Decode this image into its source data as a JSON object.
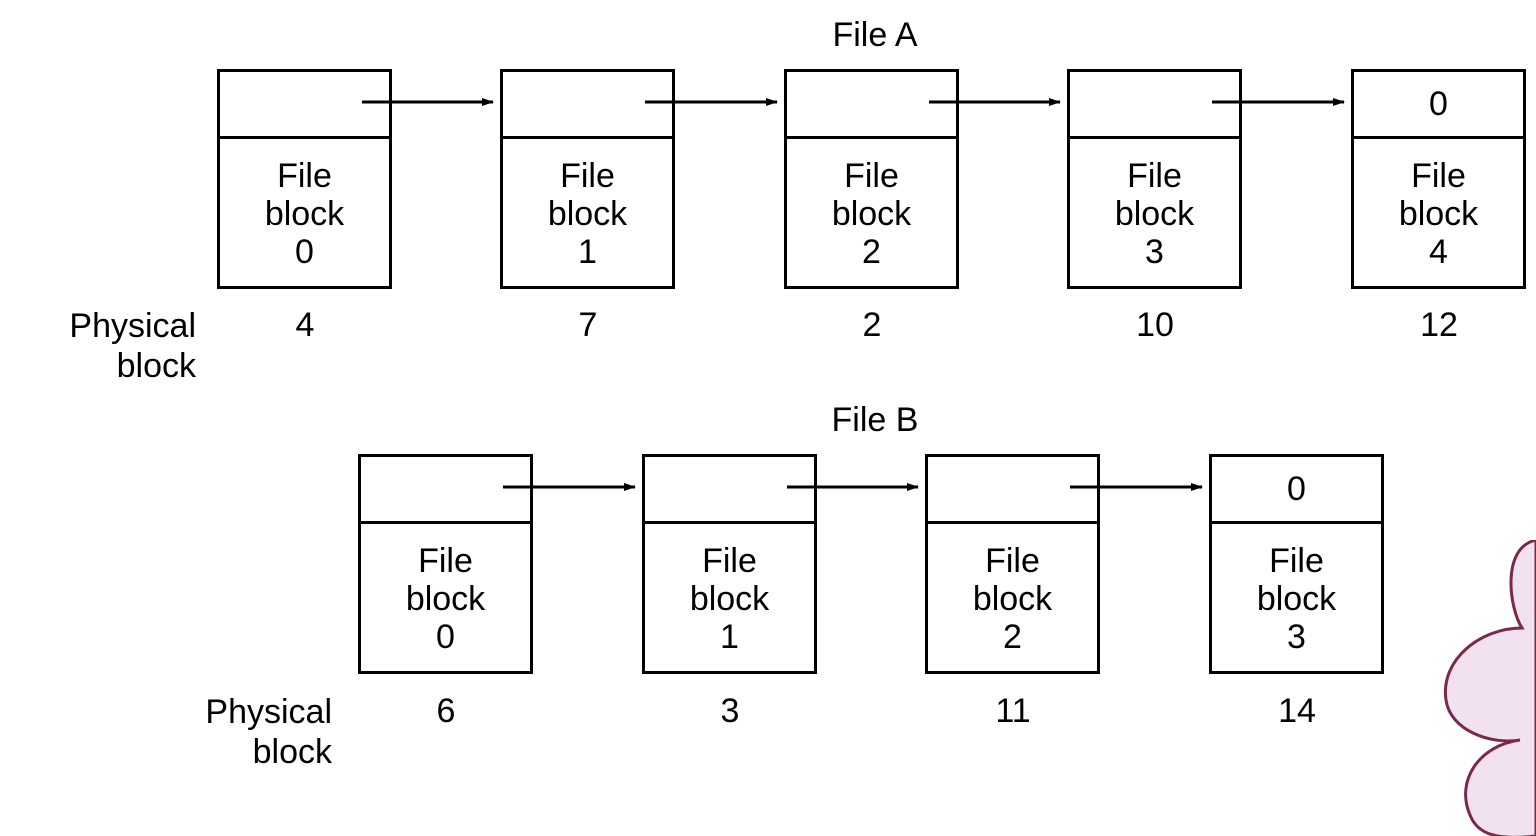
{
  "file_a": {
    "title": "File A",
    "physical_label": "Physical\nblock",
    "blocks": [
      {
        "line1": "File",
        "line2": "block",
        "index": "0",
        "pointer": "",
        "physical": "4"
      },
      {
        "line1": "File",
        "line2": "block",
        "index": "1",
        "pointer": "",
        "physical": "7"
      },
      {
        "line1": "File",
        "line2": "block",
        "index": "2",
        "pointer": "",
        "physical": "2"
      },
      {
        "line1": "File",
        "line2": "block",
        "index": "3",
        "pointer": "",
        "physical": "10"
      },
      {
        "line1": "File",
        "line2": "block",
        "index": "4",
        "pointer": "0",
        "physical": "12"
      }
    ]
  },
  "file_b": {
    "title": "File B",
    "physical_label": "Physical\nblock",
    "blocks": [
      {
        "line1": "File",
        "line2": "block",
        "index": "0",
        "pointer": "",
        "physical": "6"
      },
      {
        "line1": "File",
        "line2": "block",
        "index": "1",
        "pointer": "",
        "physical": "3"
      },
      {
        "line1": "File",
        "line2": "block",
        "index": "2",
        "pointer": "",
        "physical": "11"
      },
      {
        "line1": "File",
        "line2": "block",
        "index": "3",
        "pointer": "0",
        "physical": "14"
      }
    ]
  },
  "colors": {
    "line": "#000000",
    "cloud_fill": "#f2e1ef",
    "cloud_stroke": "#7a2a48"
  }
}
